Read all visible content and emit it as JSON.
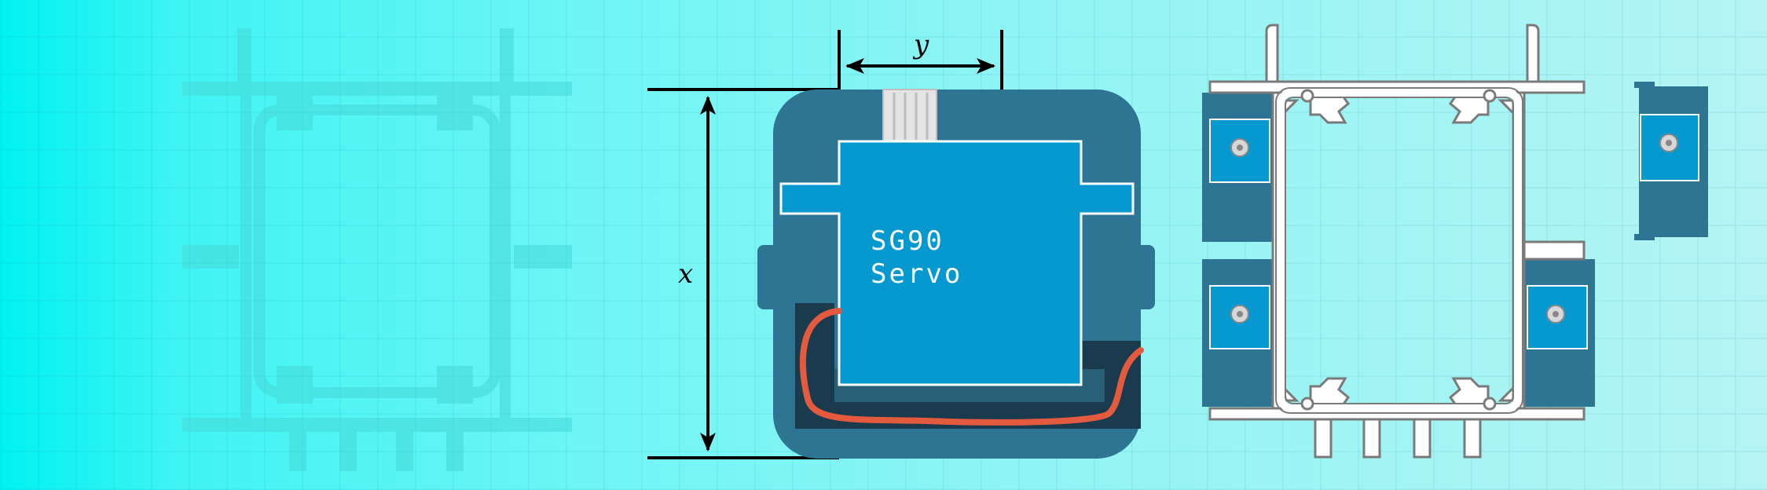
{
  "dimension_labels": {
    "width": "y",
    "height": "x"
  },
  "servo": {
    "model": "SG90",
    "type": "Servo"
  },
  "colors": {
    "servo_body": "#0699cf",
    "housing": "#2e7493",
    "shadow": "#1a3a4e",
    "wire": "#e35a3e",
    "frame": "#ffffff",
    "frame_stroke": "#7a7a7a",
    "ghost_frame": "#4cdede"
  }
}
